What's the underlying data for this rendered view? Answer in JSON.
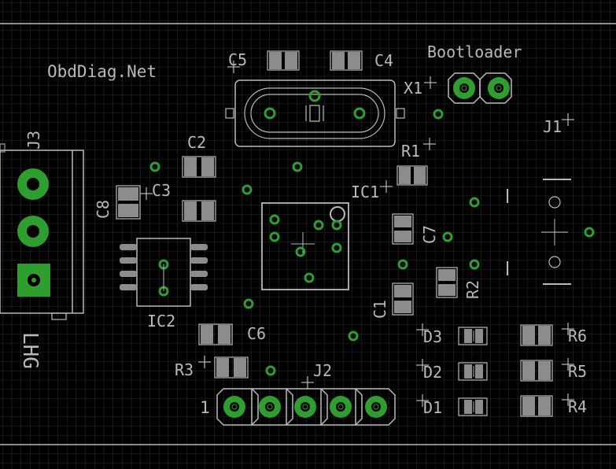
{
  "board_title": "ObdDiag.Net",
  "colors": {
    "background": "#000000",
    "grid": "#3a3a3a",
    "silkscreen": "#b9b9b9",
    "copper": "#2e9e2e",
    "pad": "#8c8c8c"
  },
  "labels": {
    "c5": "C5",
    "c4": "C4",
    "bootloader": "Bootloader",
    "x1": "X1",
    "j3": "J3",
    "c2": "C2",
    "c8": "C8",
    "c3": "C3",
    "r1": "R1",
    "j1": "J1",
    "ic1": "IC1",
    "c7": "C7",
    "r2": "R2",
    "c1": "C1",
    "ic2": "IC2",
    "c6": "C6",
    "d3": "D3",
    "r6": "R6",
    "r3": "R3",
    "j2": "J2",
    "d2": "D2",
    "r5": "R5",
    "d1": "D1",
    "r4": "R4",
    "pin1": "1",
    "lhg": "LHG"
  }
}
